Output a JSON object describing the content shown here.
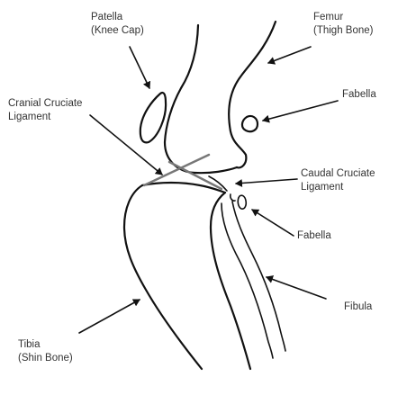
{
  "labels": {
    "patella": {
      "line1": "Patella",
      "line2": "(Knee Cap)"
    },
    "femur": {
      "line1": "Femur",
      "line2": "(Thigh Bone)"
    },
    "fabella_upper": {
      "line1": "Fabella"
    },
    "cranial_cruciate": {
      "line1": "Cranial Cruciate",
      "line2": "Ligament"
    },
    "caudal_cruciate": {
      "line1": "Caudal Cruciate",
      "line2": "Ligament"
    },
    "fabella_lower": {
      "line1": "Fabella"
    },
    "fibula": {
      "line1": "Fibula"
    },
    "tibia": {
      "line1": "Tibia",
      "line2": "(Shin Bone)"
    }
  },
  "colors": {
    "bone_stroke": "#111111",
    "ligament_stroke": "#777777",
    "label_text": "#333333"
  }
}
